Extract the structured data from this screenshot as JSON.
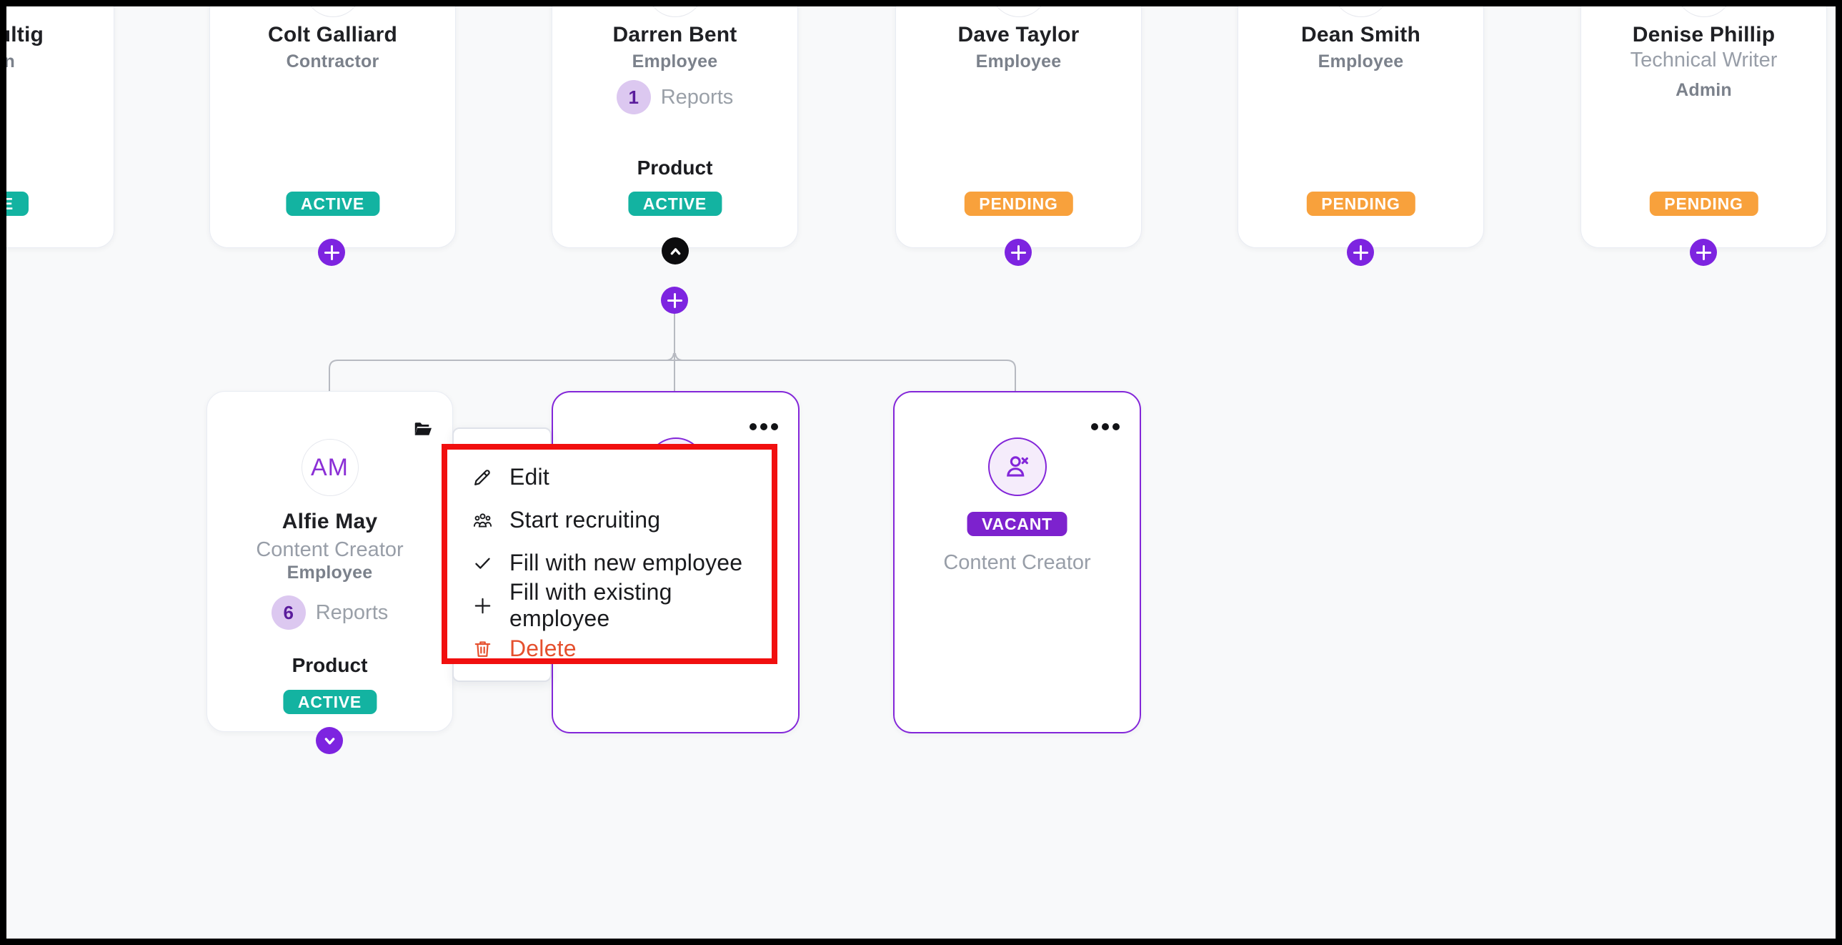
{
  "cards": {
    "partial": {
      "name_fragment": "ultig",
      "role_fragment": "n",
      "status_fragment": "E",
      "status_type": "active"
    },
    "colt": {
      "name": "Colt Galliard",
      "employment_type": "Contractor",
      "status": "ACTIVE"
    },
    "darren": {
      "name": "Darren Bent",
      "employment_type": "Employee",
      "reports_count": "1",
      "reports_label": "Reports",
      "department": "Product",
      "status": "ACTIVE"
    },
    "dave": {
      "name": "Dave Taylor",
      "employment_type": "Employee",
      "status": "PENDING"
    },
    "dean": {
      "name": "Dean Smith",
      "employment_type": "Employee",
      "status": "PENDING"
    },
    "denise": {
      "name": "Denise Phillip",
      "job_title": "Technical Writer",
      "employment_type": "Admin",
      "status": "PENDING"
    },
    "alfie": {
      "initials": "AM",
      "name": "Alfie May",
      "job_title": "Content Creator",
      "employment_type": "Employee",
      "reports_count": "6",
      "reports_label": "Reports",
      "department": "Product",
      "status": "ACTIVE"
    },
    "vacant": {
      "badge": "VACANT",
      "job_title": "Content Creator"
    }
  },
  "menu": {
    "edit": "Edit",
    "start_recruiting": "Start recruiting",
    "fill_new": "Fill with new employee",
    "fill_existing": "Fill with existing employee",
    "delete": "Delete"
  },
  "icons": [
    "pencil-icon",
    "people-group-icon",
    "check-icon",
    "plus-icon",
    "trash-icon",
    "folder-icon",
    "ellipsis-icon",
    "chevron-up-icon",
    "chevron-down-icon",
    "plus-circle-icon",
    "user-x-icon"
  ],
  "colors": {
    "status_active": "#13b3a1",
    "status_pending": "#f8a13c",
    "status_vacant": "#7d22ce",
    "accent_purple": "#7d24e0",
    "card_purple_border": "#8326d9",
    "danger": "#e5502e",
    "annotation_red": "#f10f0f",
    "reports_bubble": "#dcc8f0"
  }
}
